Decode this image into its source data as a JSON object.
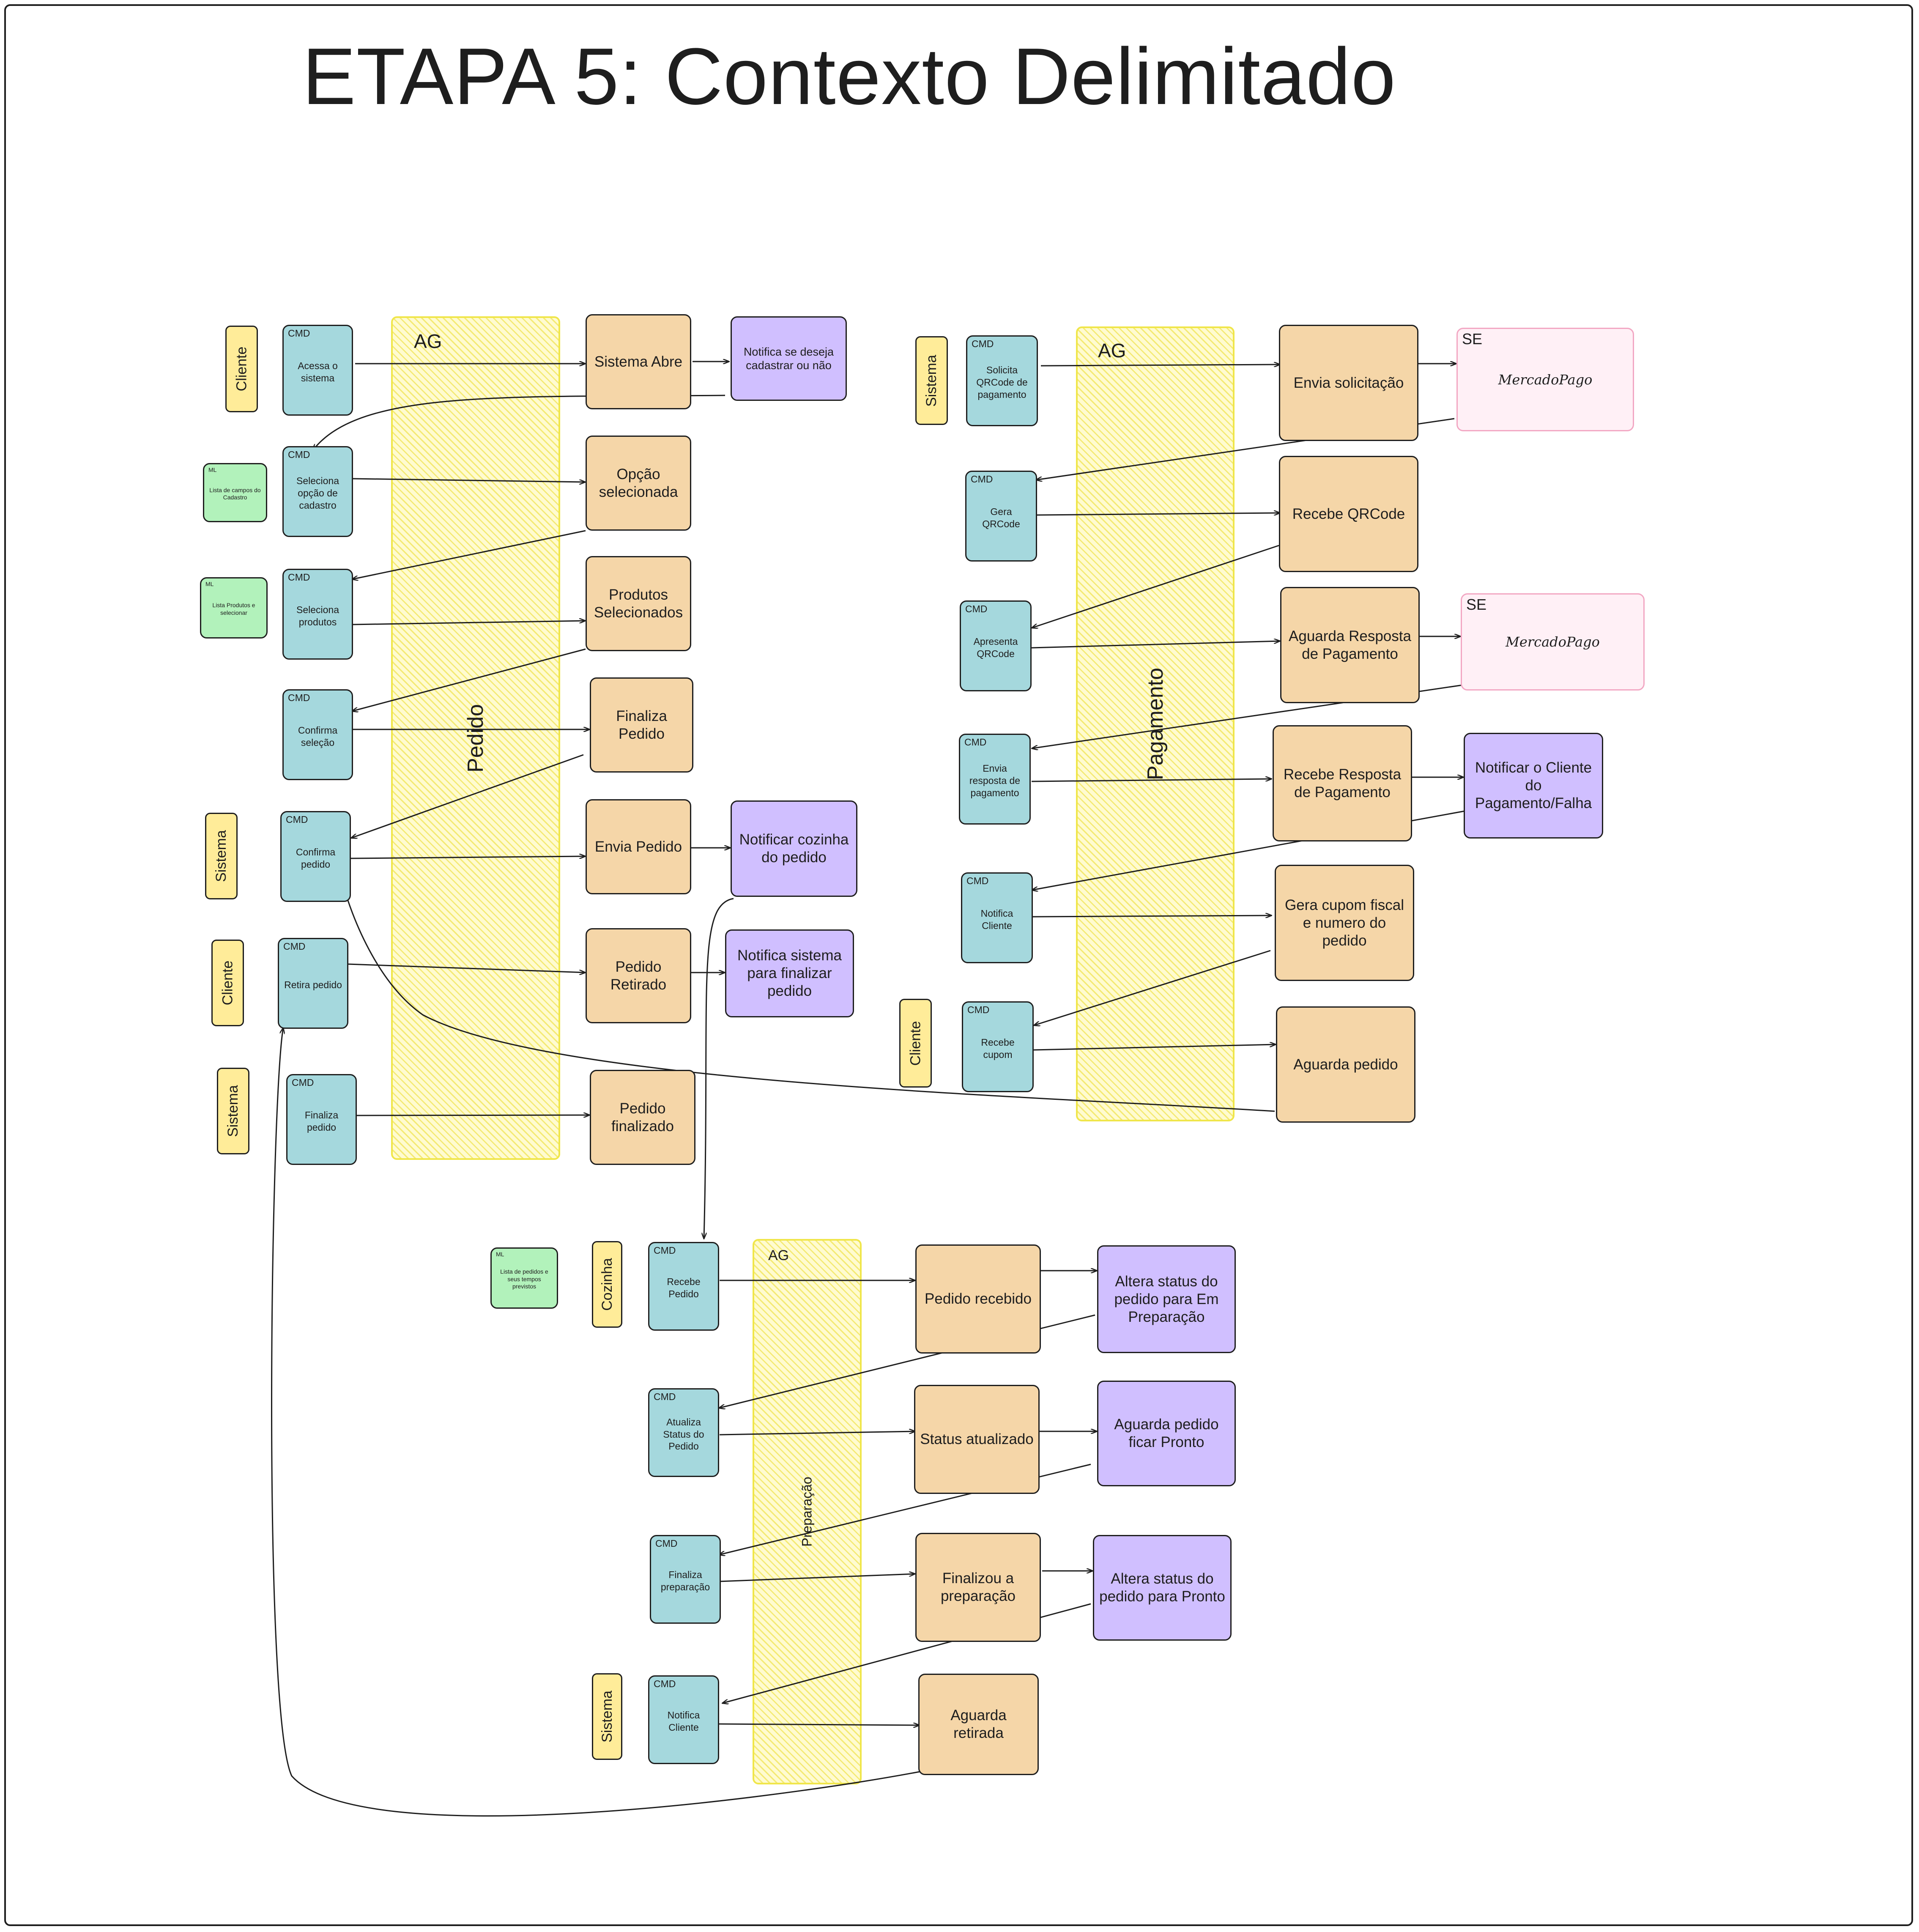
{
  "title": "ETAPA 5: Contexto Delimitado",
  "labels": {
    "command": "CMD",
    "aggregate": "AG",
    "read_model": "ML",
    "external": "SE"
  },
  "colors": {
    "command": "#a5d8dd",
    "event": "#f5d6a8",
    "policy": "#d0bfff",
    "actor": "#ffec99",
    "read_model": "#b2f2bb",
    "external_system": "#fff0f6",
    "aggregate": "#fffbd0",
    "line": "#1e1e1e"
  },
  "contexts": {
    "pedido": {
      "name": "Pedido",
      "actors": [
        "Cliente",
        "Sistema",
        "Cliente",
        "Sistema"
      ],
      "read_models": [
        "Lista de campos do Cadastro",
        "Lista Produtos e selecionar"
      ],
      "commands": [
        "Acessa o sistema",
        "Seleciona opção de cadastro",
        "Seleciona produtos",
        "Confirma seleção",
        "Confirma pedido",
        "Retira pedido",
        "Finaliza pedido"
      ],
      "events": [
        "Sistema Abre",
        "Opção selecionada",
        "Produtos Selecionados",
        "Finaliza Pedido",
        "Envia Pedido",
        "Pedido Retirado",
        "Pedido finalizado"
      ],
      "policies": [
        "Notifica se deseja cadastrar ou não",
        "Notificar cozinha do pedido",
        "Notifica sistema para finalizar pedido"
      ]
    },
    "pagamento": {
      "name": "Pagamento",
      "actors": [
        "Sistema",
        "Cliente"
      ],
      "external_systems": [
        "MercadoPago",
        "MercadoPago"
      ],
      "commands": [
        "Solicita QRCode de pagamento",
        "Gera QRCode",
        "Apresenta QRCode",
        "Envia resposta de pagamento",
        "Notifica Cliente",
        "Recebe cupom"
      ],
      "events": [
        "Envia solicitação",
        "Recebe QRCode",
        "Aguarda Resposta de Pagamento",
        "Recebe Resposta de Pagamento",
        "Gera cupom fiscal e numero do pedido",
        "Aguarda pedido"
      ],
      "policies": [
        "Notificar o Cliente do Pagamento/Falha"
      ]
    },
    "preparacao": {
      "name": "Preparação",
      "actors": [
        "Cozinha",
        "Sistema"
      ],
      "read_models": [
        "Lista de pedidos e seus tempos previstos"
      ],
      "commands": [
        "Recebe Pedido",
        "Atualiza Status do Pedido",
        "Finaliza preparação",
        "Notifica Cliente"
      ],
      "events": [
        "Pedido recebido",
        "Status atualizado",
        "Finalizou a preparação",
        "Aguarda retirada"
      ],
      "policies": [
        "Altera status do pedido para Em Preparação",
        "Aguarda pedido ficar Pronto",
        "Altera status do pedido para Pronto"
      ]
    }
  }
}
